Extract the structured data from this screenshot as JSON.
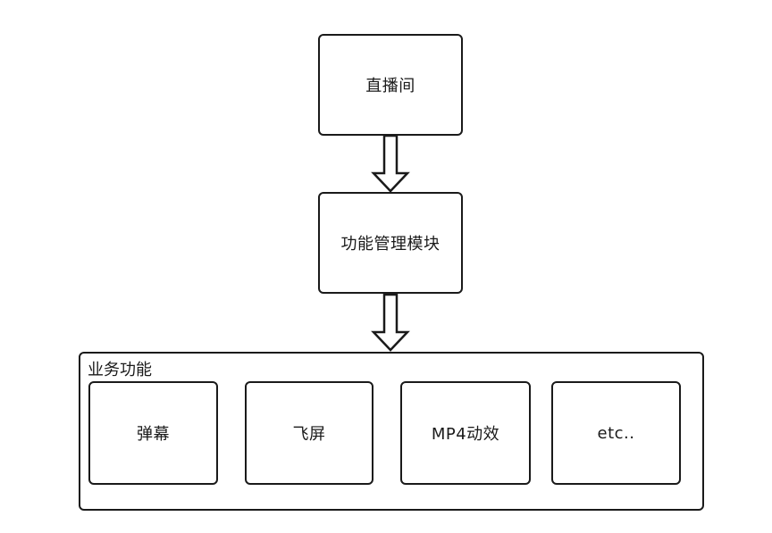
{
  "nodes": {
    "live_room": "直播间",
    "feature_management": "功能管理模块"
  },
  "business": {
    "label": "业务功能",
    "items": [
      "弹幕",
      "飞屏",
      "MP4动效",
      "etc.."
    ]
  }
}
